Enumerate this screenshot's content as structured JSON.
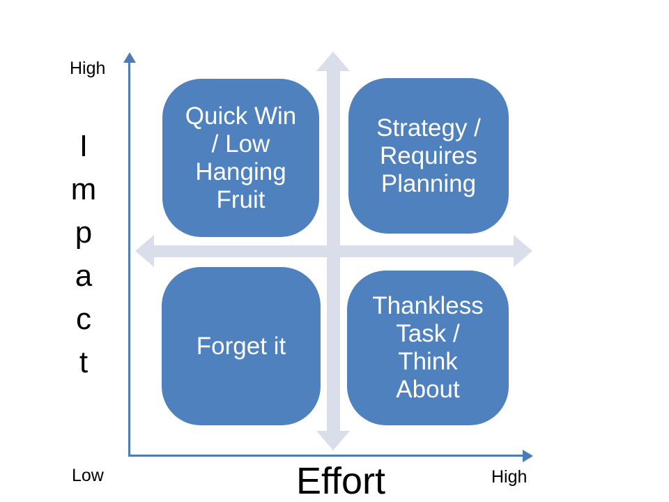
{
  "axes": {
    "y": {
      "label": "Impact",
      "high": "High"
    },
    "x": {
      "label": "Effort",
      "high": "High"
    },
    "low": "Low"
  },
  "quadrants": {
    "top_left": "Quick Win\n/ Low\nHanging\nFruit",
    "top_right": "Strategy /\nRequires\nPlanning",
    "bottom_left": "Forget it",
    "bottom_right": "Thankless\nTask /\nThink\nAbout"
  },
  "colors": {
    "quadrant_fill": "#4E81BD",
    "quadrant_text": "#FFFFFF",
    "divider_cross": "#D9DEEA",
    "axis_line": "#4C7CB8",
    "label_text": "#000000",
    "background": "#FFFFFF"
  }
}
